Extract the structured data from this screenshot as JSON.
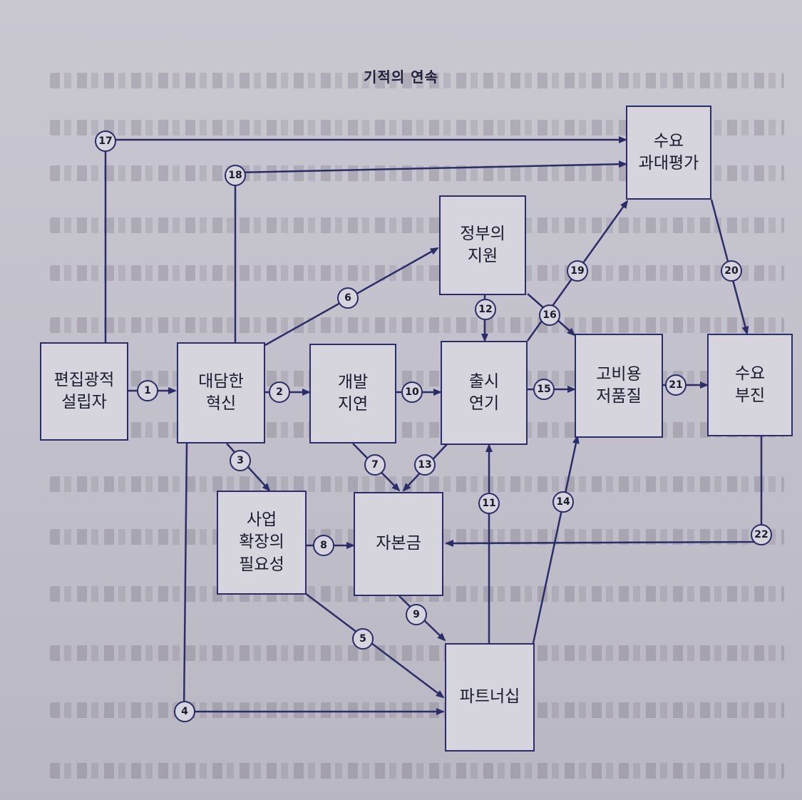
{
  "title": "기적의 연속",
  "colors": {
    "line": "#2b2d6a",
    "paper": "#c9c7d0",
    "box_fill": "#d6d4dc"
  },
  "boxes": {
    "editorial_founder": "편집광적\n설립자",
    "bold_innovation": "대담한\n혁신",
    "dev_delay": "개발\n지연",
    "launch_delay": "출시\n연기",
    "high_cost_low_quality": "고비용\n저품질",
    "weak_demand": "수요\n부진",
    "demand_overestimate": "수요\n과대평가",
    "gov_support": "정부의\n지원",
    "business_expansion_need": "사업\n확장의\n필요성",
    "capital": "자본금",
    "partnership": "파트너십"
  },
  "links": [
    "1",
    "2",
    "3",
    "4",
    "5",
    "6",
    "7",
    "8",
    "9",
    "10",
    "11",
    "12",
    "13",
    "14",
    "15",
    "16",
    "17",
    "18",
    "19",
    "20",
    "21",
    "22"
  ]
}
